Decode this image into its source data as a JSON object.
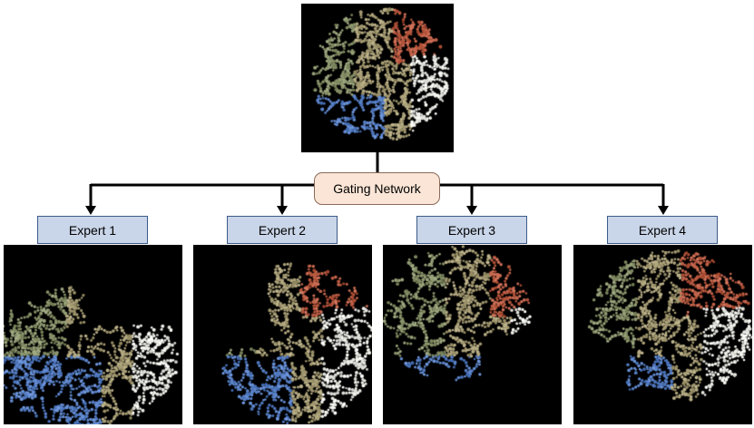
{
  "gating": {
    "label": "Gating Network"
  },
  "experts": [
    {
      "label": "Expert 1"
    },
    {
      "label": "Expert 2"
    },
    {
      "label": "Expert 3"
    },
    {
      "label": "Expert 4"
    }
  ],
  "colors": {
    "arrow": "#000000",
    "expert_fill": "#c9d5e8",
    "expert_border": "#3c5a8a",
    "gate_fill": "#fbe5d6",
    "panel_bg": "#000000"
  }
}
